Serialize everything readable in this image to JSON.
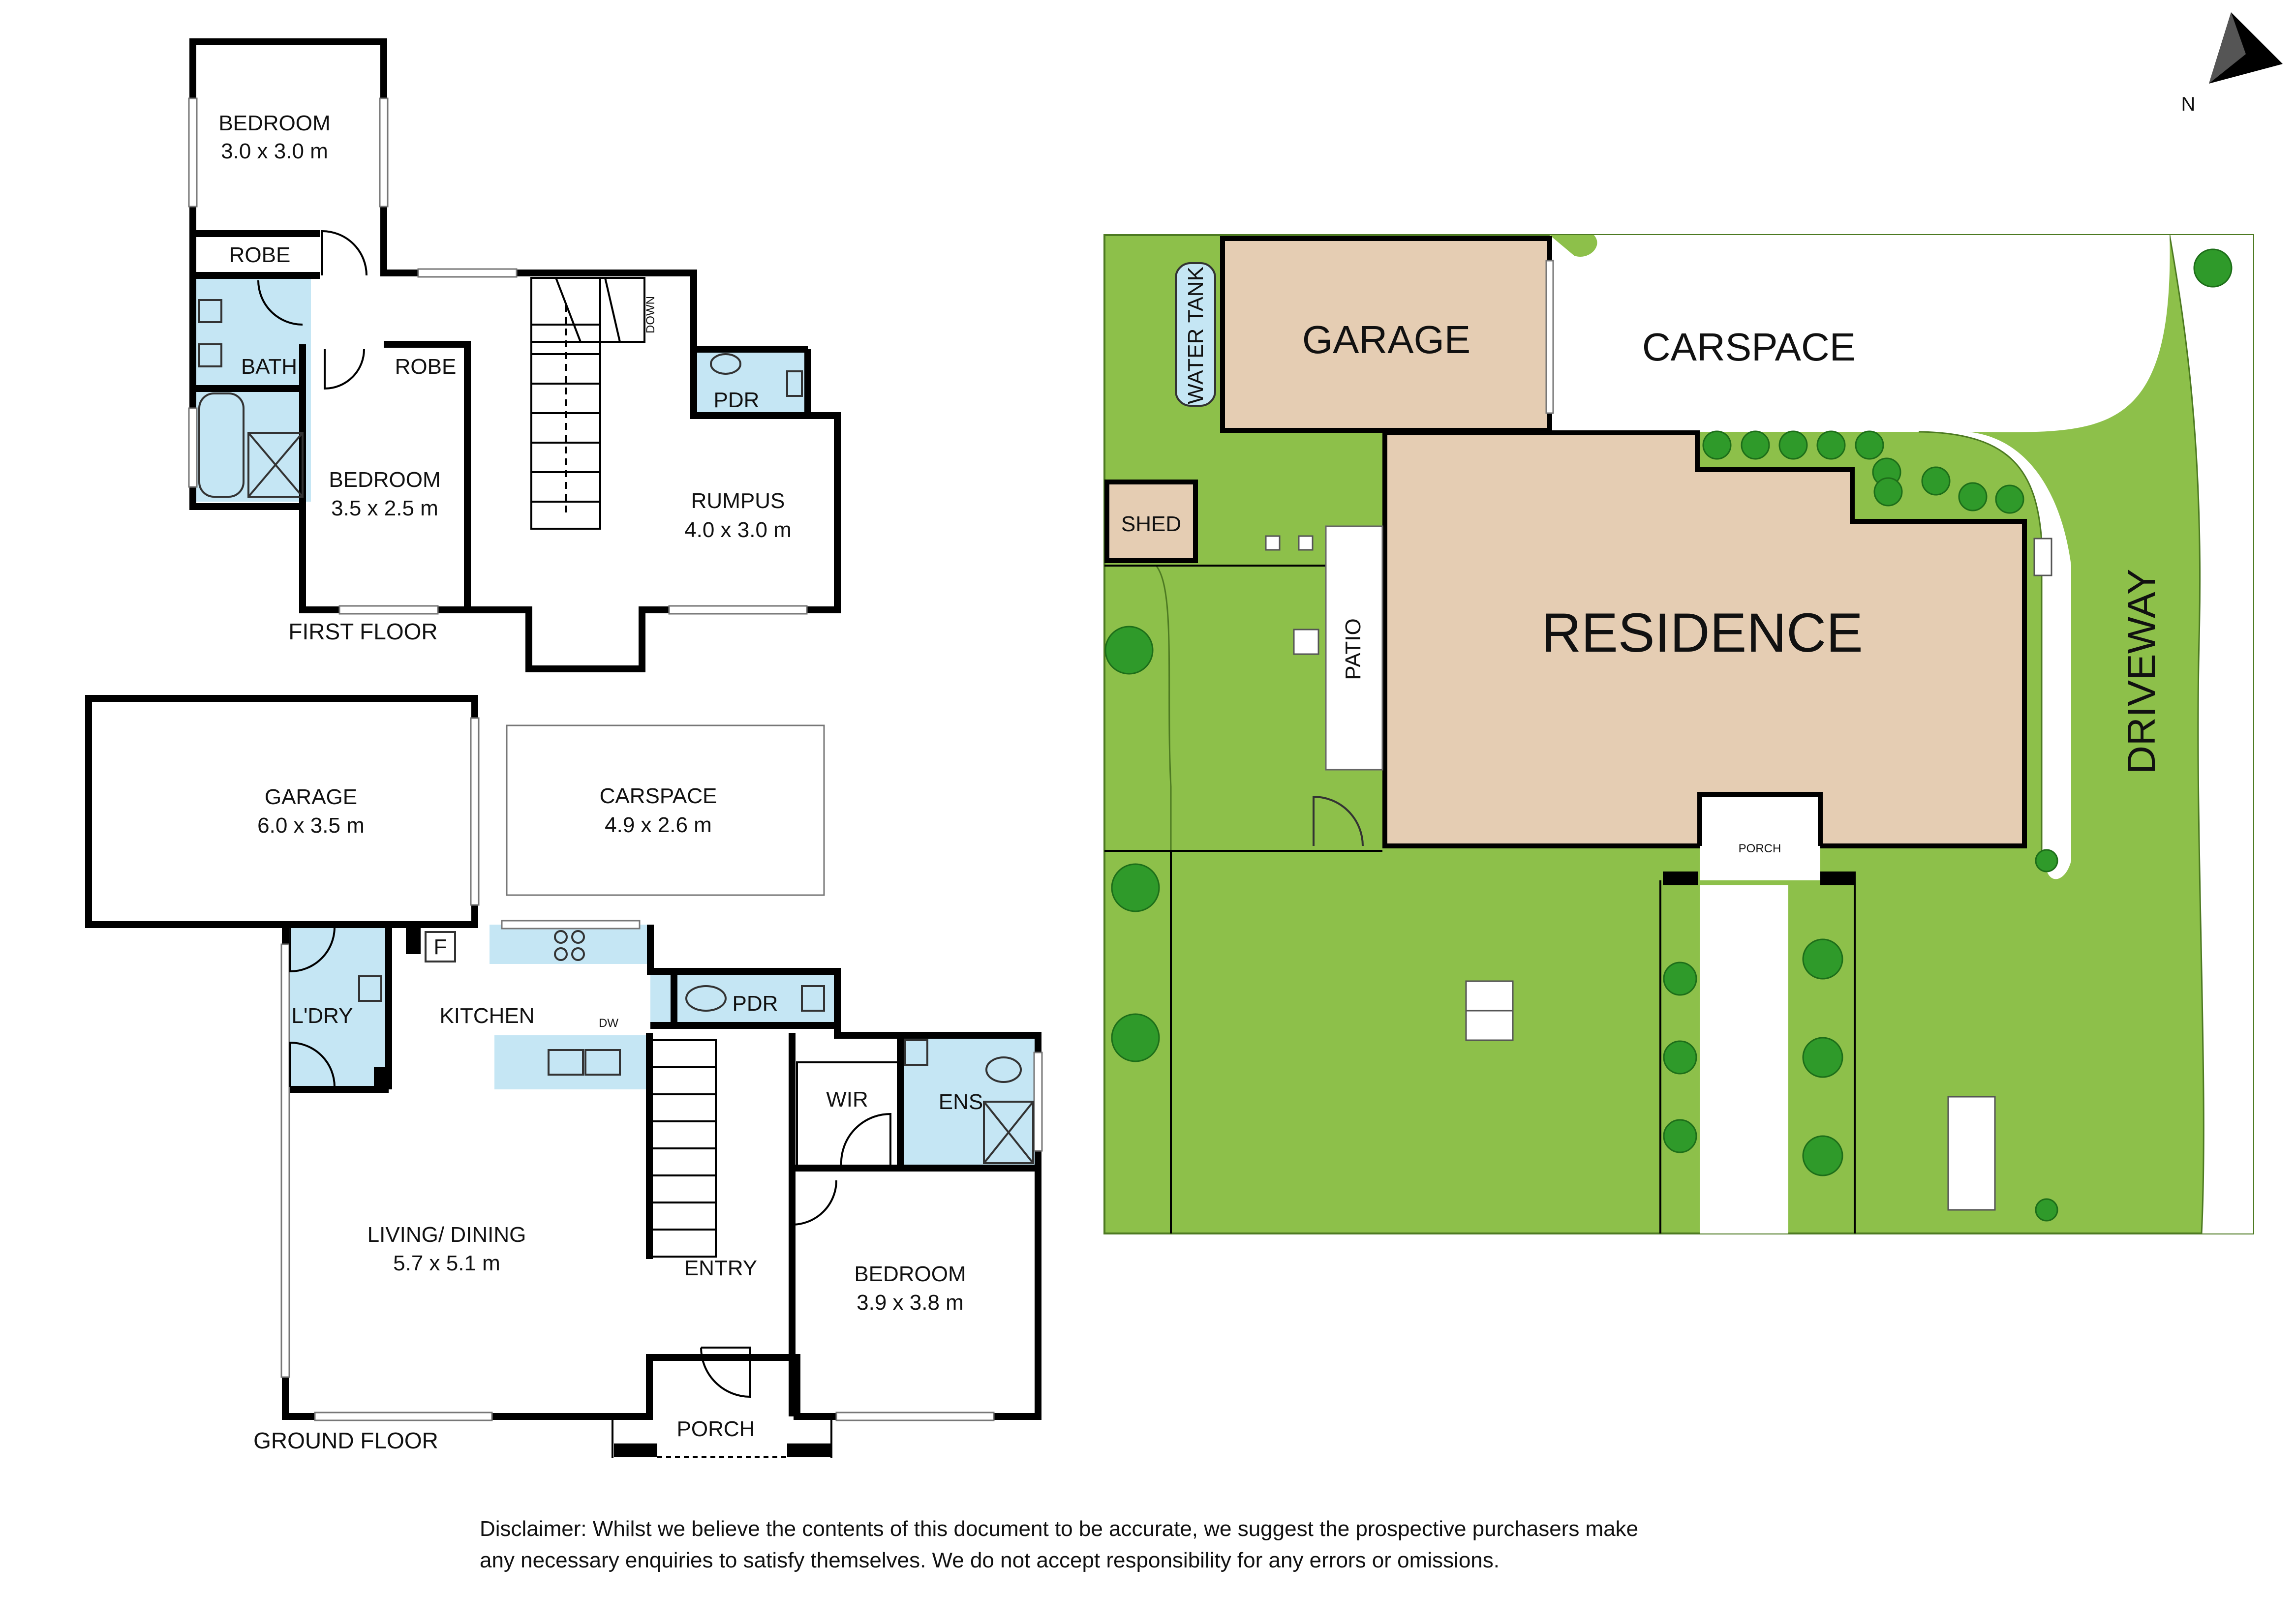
{
  "first_floor": {
    "floor_label": "FIRST FLOOR",
    "bedroom_top": {
      "name": "BEDROOM",
      "dims": "3.0 x 3.0 m"
    },
    "robe_top": "ROBE",
    "bath": "BATH",
    "robe_mid": "ROBE",
    "bedroom_mid": {
      "name": "BEDROOM",
      "dims": "3.5 x 2.5 m"
    },
    "stair_down": "DOWN",
    "pdr": "PDR",
    "rumpus": {
      "name": "RUMPUS",
      "dims": "4.0 x 3.0 m"
    }
  },
  "ground_floor": {
    "floor_label": "GROUND FLOOR",
    "garage": {
      "name": "GARAGE",
      "dims": "6.0 x 3.5 m"
    },
    "carspace": {
      "name": "CARSPACE",
      "dims": "4.9 x 2.6 m"
    },
    "fridge": "F",
    "kitchen": "KITCHEN",
    "dishwasher": "DW",
    "laundry": "L'DRY",
    "pdr": "PDR",
    "wir": "WIR",
    "ensuite": "ENS",
    "living": {
      "name": "LIVING/ DINING",
      "dims": "5.7 x 5.1 m"
    },
    "entry": "ENTRY",
    "bedroom": {
      "name": "BEDROOM",
      "dims": "3.9 x 3.8 m"
    },
    "porch": "PORCH"
  },
  "site_plan": {
    "north": "N",
    "water_tank": "WATER TANK",
    "garage": "GARAGE",
    "carspace": "CARSPACE",
    "shed": "SHED",
    "patio": "PATIO",
    "residence": "RESIDENCE",
    "porch": "PORCH",
    "driveway": "DRIVEWAY"
  },
  "colors": {
    "lawn": "#8dc04a",
    "building": "#e5cdb3",
    "wet_area": "#c5e6f4",
    "wall": "#000000"
  },
  "disclaimer": "Disclaimer: Whilst we believe the contents of this document to be accurate, we suggest the prospective purchasers make any necessary enquiries to satisfy themselves. We do not accept responsibility for any errors or omissions."
}
